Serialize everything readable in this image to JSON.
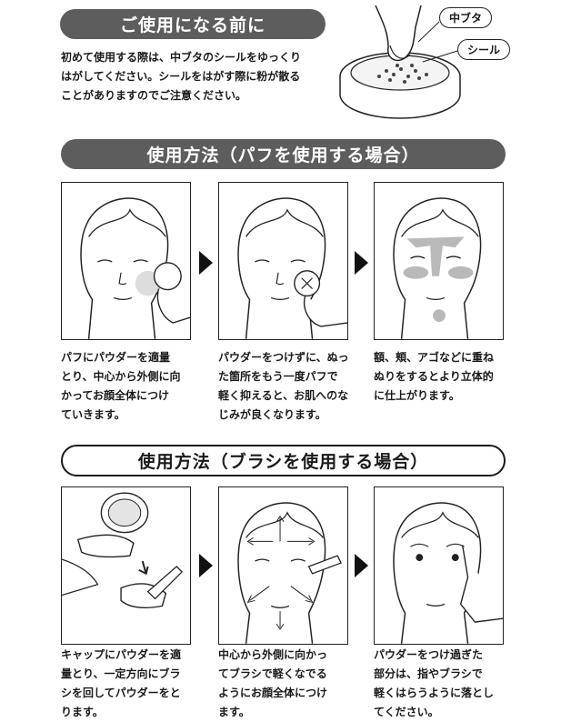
{
  "intro": {
    "title": "ご使用になる前に",
    "body": "初めて使用する際は、中ブタのシールをゆっくり\nはがしてください。シールをはがす際に粉が散る\nことがありますのでご注意ください。",
    "label_lid": "中ブタ",
    "label_seal": "シール"
  },
  "puff": {
    "title": "使用方法（パフを使用する場合）",
    "steps": [
      {
        "text": "パフにパウダーを適量\nとり、中心から外側に向\nかってお顔全体につけ\nていきます。"
      },
      {
        "text": "パウダーをつけずに、ぬっ\nた箇所をもう一度パフで\n軽く抑えると、お肌へのな\nじみが良くなります。"
      },
      {
        "text": "額、頬、アゴなどに重ね\nぬりをするとより立体的\nに仕上がります。"
      }
    ]
  },
  "brush": {
    "title": "使用方法（ブラシを使用する場合）",
    "steps": [
      {
        "text": "キャップにパウダーを適\n量とり、一定方向にブラ\nシを回してパウダーをと\nります。"
      },
      {
        "text": "中心から外側に向かっ\nてブラシで軽くなでる\nようにお顔全体につけ\nます。"
      },
      {
        "text": "パウダーをつけ過ぎた\n部分は、指やブラシで\n軽くはらうように落とし\nてください。"
      }
    ]
  },
  "colors": {
    "banner_dark": "#5d5d5d",
    "highlight": "#b9b9b9"
  }
}
